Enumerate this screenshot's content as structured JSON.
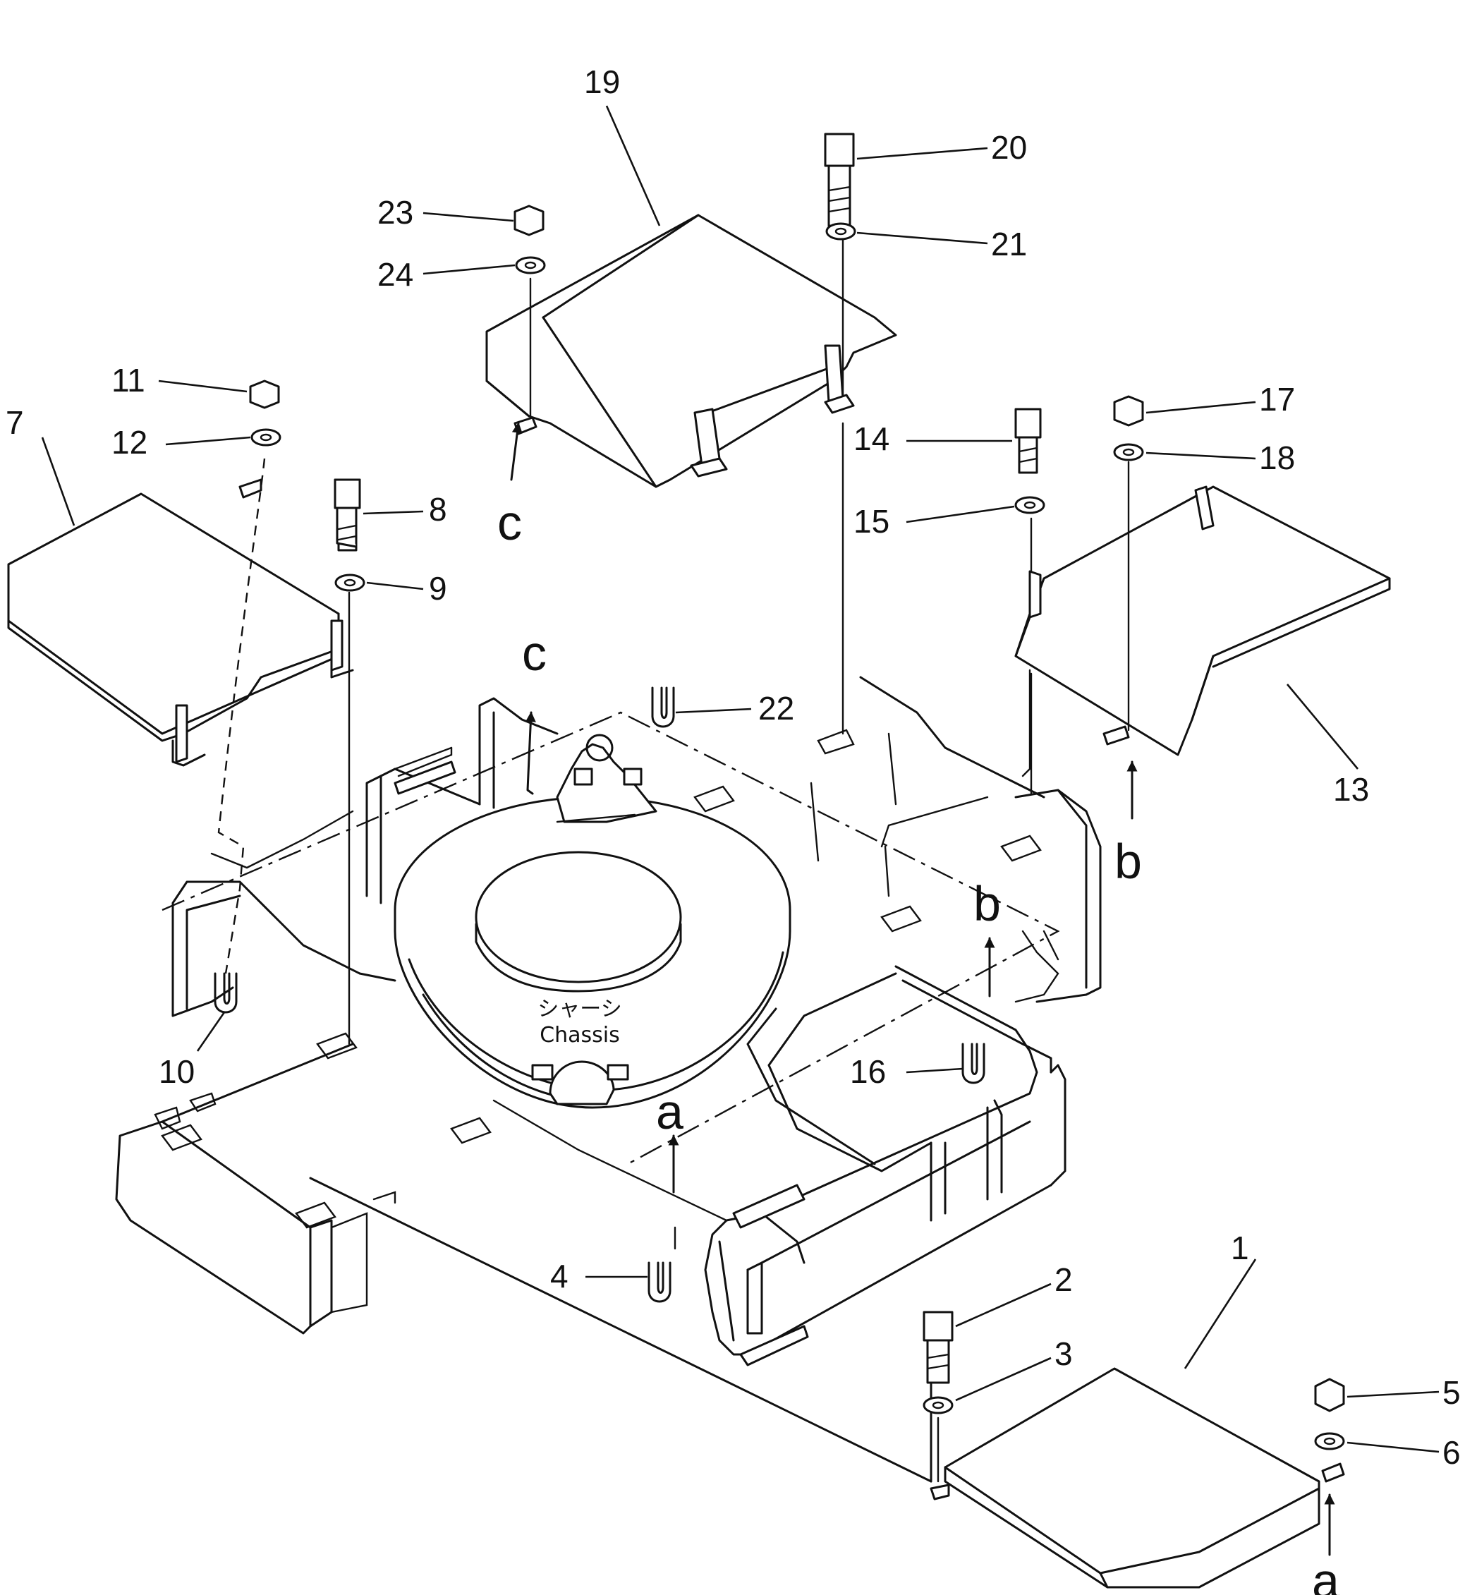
{
  "diagram": {
    "center_label_jp": "シャーシ",
    "center_label_en": "Chassis",
    "callouts": [
      "1",
      "2",
      "3",
      "4",
      "5",
      "6",
      "7",
      "8",
      "9",
      "10",
      "11",
      "12",
      "13",
      "14",
      "15",
      "16",
      "17",
      "18",
      "19",
      "20",
      "21",
      "22",
      "23",
      "24"
    ],
    "view_arrows": [
      "a",
      "a",
      "b",
      "b",
      "c",
      "c"
    ]
  }
}
